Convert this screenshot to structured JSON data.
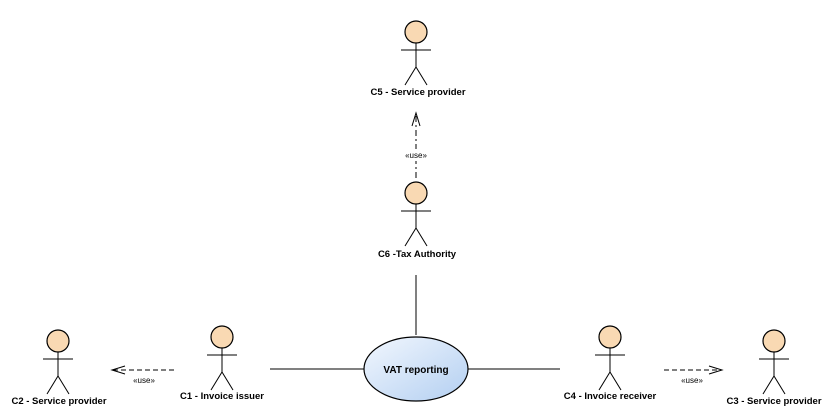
{
  "diagram": {
    "use_case": {
      "label": "VAT reporting"
    },
    "actors": {
      "c5": {
        "label": "C5 - Service provider"
      },
      "c6": {
        "label": "C6 -Tax Authority"
      },
      "c2": {
        "label": "C2 - Service provider"
      },
      "c1": {
        "label": "C1 - Invoice issuer"
      },
      "c4": {
        "label": "C4 - Invoice receiver"
      },
      "c3": {
        "label": "C3 - Service provider"
      }
    },
    "dependencies": {
      "c6_to_c5": {
        "stereotype": "«use»"
      },
      "c1_to_c2": {
        "stereotype": "«use»"
      },
      "c4_to_c3": {
        "stereotype": "«use»"
      }
    },
    "colors": {
      "actor_fill": "#f9d9b3",
      "usecase_fill_light": "#eef4fd",
      "usecase_fill_dark": "#b9d3f2"
    }
  }
}
